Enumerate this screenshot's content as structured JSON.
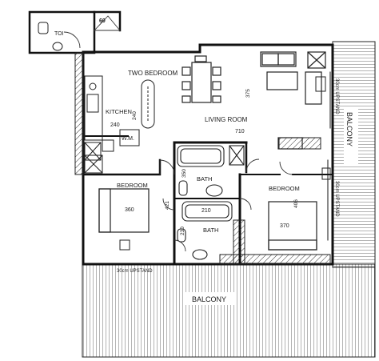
{
  "rooms": {
    "two_bedroom": "TWO BEDROOM",
    "kitchen": "KITCHEN",
    "living_room": "LIVING ROOM",
    "bedroom_left": "BEDROOM",
    "bedroom_right": "BEDROOM",
    "bath_top": "BATH",
    "bath_bottom": "BATH",
    "wc": "W.M.",
    "toilet": "TOI",
    "balcony_right": "BALCONY",
    "balcony_bottom": "BALCONY"
  },
  "dimensions": {
    "kitchen_w": "240",
    "kitchen_d": "240",
    "living_w": "710",
    "living_d": "375",
    "bath_top_d": "350",
    "bath_w": "210",
    "bath_bottom_d": "230",
    "bed_left_w": "360",
    "bed_left_d": "421",
    "bed_right_w": "370",
    "bed_right_d": "406",
    "door_code": "60"
  },
  "notes": {
    "upstand_bottom": "30cm UPSTAND",
    "upstand_right_top": "30cm UPSTAND",
    "upstand_right_bottom": "30cm UPSTAND"
  }
}
